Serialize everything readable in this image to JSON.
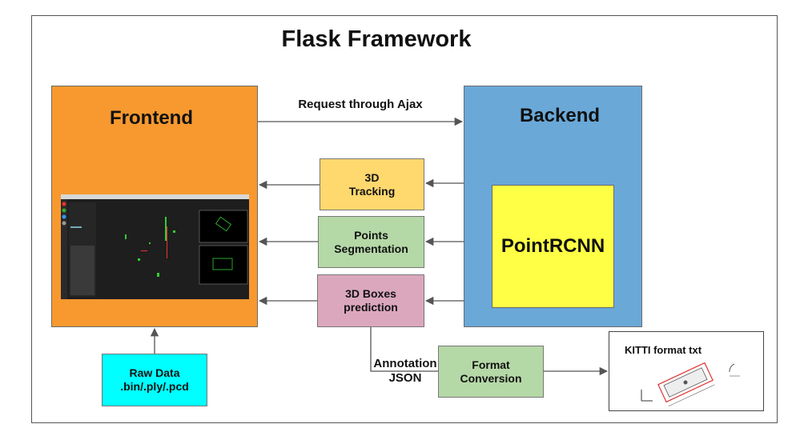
{
  "title": "Flask Framework",
  "frontend": {
    "label": "Frontend"
  },
  "backend": {
    "label": "Backend"
  },
  "model": {
    "label": "PointRCNN"
  },
  "edges": {
    "ajax": "Request through Ajax",
    "annotation": "Annotation\nJSON"
  },
  "tasks": {
    "tracking": "3D\nTracking",
    "segmentation": "Points\nSegmentation",
    "boxes": "3D Boxes\nprediction"
  },
  "raw_data": "Raw Data\n.bin/.ply/.pcd",
  "format_conversion": "Format\nConversion",
  "kitti": {
    "title": "KITTI format txt"
  },
  "colors": {
    "frontend": "#f7992f",
    "backend": "#6aa8d8",
    "model": "#ffff45",
    "tracking": "#ffd86e",
    "segmentation": "#b5d8a7",
    "boxes": "#dba7bd",
    "raw": "#00ffff"
  }
}
